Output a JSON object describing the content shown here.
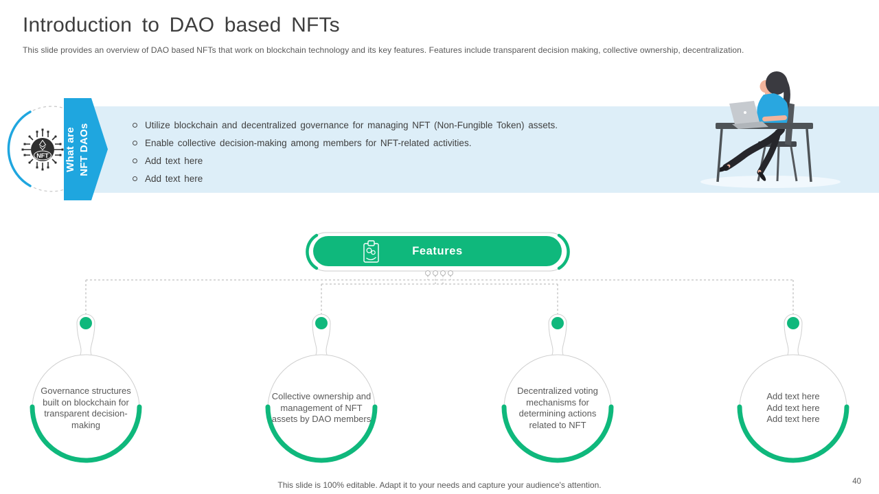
{
  "slide": {
    "title": "Introduction to DAO based NFTs",
    "subtitle": "This slide provides an overview of DAO based NFTs that work on blockchain technology and its key features. Features include transparent decision making, collective ownership, decentralization.",
    "footer_note": "This slide is 100% editable. Adapt it to your needs and capture your audience's attention.",
    "page_number": "40"
  },
  "banner": {
    "heading_line1": "What are",
    "heading_line2": "NFT DAOs",
    "icon_name": "nft-chip-icon",
    "icon_label": "NFT",
    "bullets": [
      "Utilize blockchain and decentralized governance for managing NFT (Non-Fungible Token) assets.",
      "Enable collective decision-making among members for NFT-related activities.",
      "Add text here",
      "Add text here"
    ]
  },
  "features": {
    "label": "Features",
    "icon_name": "clipboard-gears-icon",
    "nodes": [
      {
        "text": "Governance structures built on blockchain for transparent decision-making"
      },
      {
        "text": "Collective ownership and management of NFT assets by DAO members"
      },
      {
        "text": "Decentralized voting mechanisms for determining actions related to NFT"
      },
      {
        "text": "Add text here\nAdd text here\nAdd text here"
      }
    ]
  },
  "illustration": {
    "name": "woman-working-on-laptop-at-desk"
  },
  "colors": {
    "accent_green": "#0FB87C",
    "accent_blue": "#1FA6DF",
    "band_blue": "#DDEEF8",
    "title_gray": "#3E3E3E",
    "body_gray": "#595959"
  }
}
